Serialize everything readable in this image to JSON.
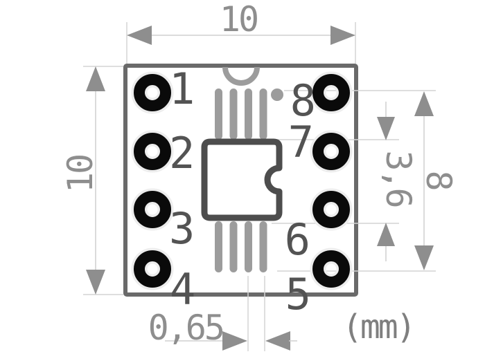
{
  "drawing": {
    "title": "soic8-to-dip8-adapter-dimension-drawing",
    "unit_label": "(mm)",
    "dimensions": {
      "board_width": "10",
      "board_height": "10",
      "hole_row_span": "8",
      "pad_gap": "3,6",
      "pad_pitch": "0,65"
    },
    "pins": [
      "1",
      "2",
      "3",
      "4",
      "5",
      "6",
      "7",
      "8"
    ],
    "colors": {
      "background": "#ffffff",
      "dimension_text": "#8e8e8e",
      "dimension_line": "#cfcfcf",
      "extension_line": "#d4d4d4",
      "board_outline": "#6a6a6a",
      "chip_outline": "#4d4d4d",
      "silkscreen": "#9c9c9c",
      "pad_black": "#0a0a0a",
      "pin_number": "#535353",
      "unit_label": "#7f7f7f"
    }
  }
}
